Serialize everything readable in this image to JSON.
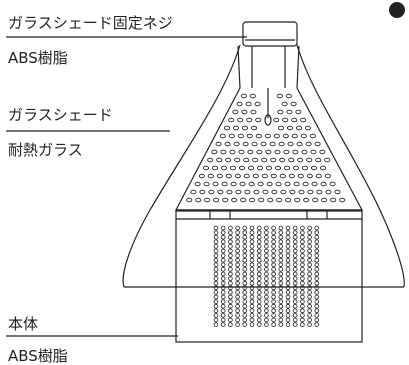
{
  "parts": {
    "shade_screw": {
      "name": "ガラスシェード固定ネジ",
      "material": "ABS樹脂"
    },
    "glass_shade": {
      "name": "ガラスシェード",
      "material": "耐熱ガラス"
    },
    "body": {
      "name": "本体",
      "material": "ABS樹脂"
    }
  },
  "colors": {
    "line": "#222222",
    "background": "#ffffff"
  }
}
